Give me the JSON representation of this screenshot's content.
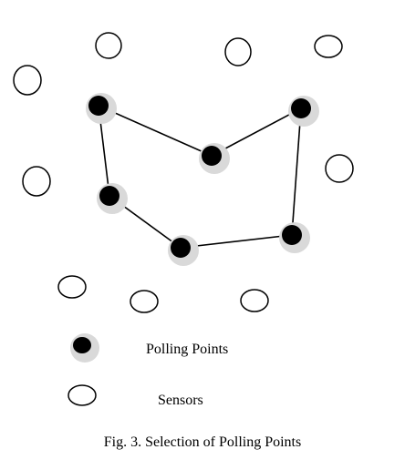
{
  "legend": {
    "polling_points_label": "Polling Points",
    "sensors_label": "Sensors"
  },
  "caption": "Fig. 3. Selection of Polling Points",
  "colors": {
    "stroke": "#000000",
    "halo": "#d9d9d9",
    "node_fill": "#000000",
    "sensor_fill": "#ffffff"
  },
  "polling_points": [
    "p1",
    "p2",
    "p3",
    "p4",
    "p5",
    "p6"
  ],
  "tour_order": [
    "p1",
    "p2",
    "p3",
    "p4",
    "p5",
    "p6",
    "p1"
  ],
  "sensors": [
    "s1",
    "s2",
    "s3",
    "s4",
    "s5",
    "s6",
    "s7",
    "s8",
    "s9"
  ]
}
